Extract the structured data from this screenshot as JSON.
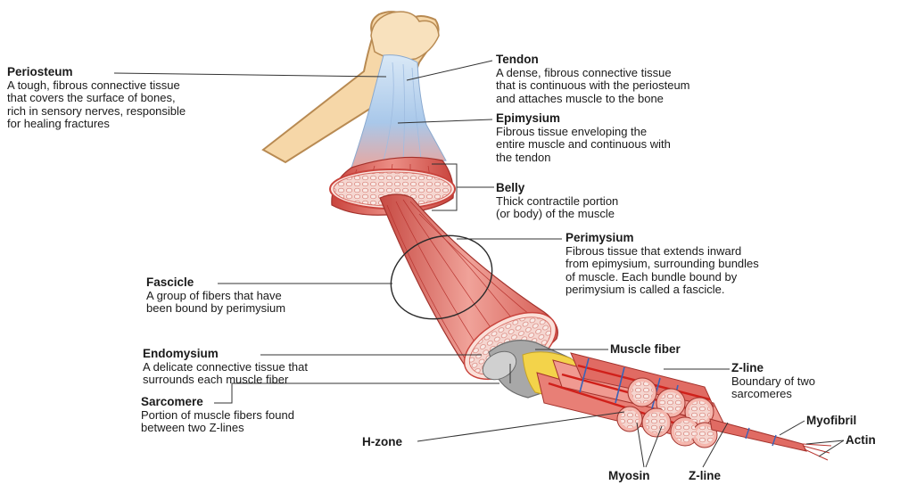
{
  "labels": {
    "periosteum": {
      "title": "Periosteum",
      "lines": [
        "A tough, fibrous connective tissue",
        "that covers the surface of bones,",
        "rich in sensory nerves, responsible",
        "for healing fractures"
      ]
    },
    "tendon": {
      "title": "Tendon",
      "lines": [
        "A dense, fibrous connective tissue",
        "that is continuous with the periosteum",
        "and attaches muscle to the bone"
      ]
    },
    "epimysium": {
      "title": "Epimysium",
      "lines": [
        "Fibrous tissue enveloping the",
        "entire muscle and continuous with",
        "the tendon"
      ]
    },
    "belly": {
      "title": "Belly",
      "lines": [
        "Thick contractile portion",
        "(or body) of the muscle"
      ]
    },
    "perimysium": {
      "title": "Perimysium",
      "lines": [
        "Fibrous tissue that extends inward",
        "from epimysium, surrounding bundles",
        "of muscle. Each bundle bound by",
        "perimysium is called a fascicle."
      ]
    },
    "fascicle": {
      "title": "Fascicle",
      "lines": [
        "A group of fibers that have",
        "been bound by perimysium"
      ]
    },
    "endomysium": {
      "title": "Endomysium",
      "lines": [
        "A delicate connective tissue that",
        "surrounds each muscle fiber"
      ]
    },
    "sarcomere": {
      "title": "Sarcomere",
      "lines": [
        "Portion of muscle fibers found",
        "between two Z-lines"
      ]
    },
    "zline_right": {
      "title": "Z-line",
      "lines": [
        "Boundary of two",
        "sarcomeres"
      ]
    },
    "muscle_fiber": "Muscle fiber",
    "myofibril": "Myofibril",
    "actin": "Actin",
    "h_zone": "H-zone",
    "myosin": "Myosin",
    "zline_bottom": "Z-line"
  },
  "colors": {
    "bone": "#f6d7a8",
    "bone_outline": "#b88a52",
    "muscle": "#e06b63",
    "muscle_dark": "#b8342f",
    "muscle_light": "#f2a39a",
    "tendon": "#bcd6ef",
    "fiber_sheath": "#9a9a9a",
    "yellow_layer": "#f3d34a",
    "leader": "#333333"
  }
}
